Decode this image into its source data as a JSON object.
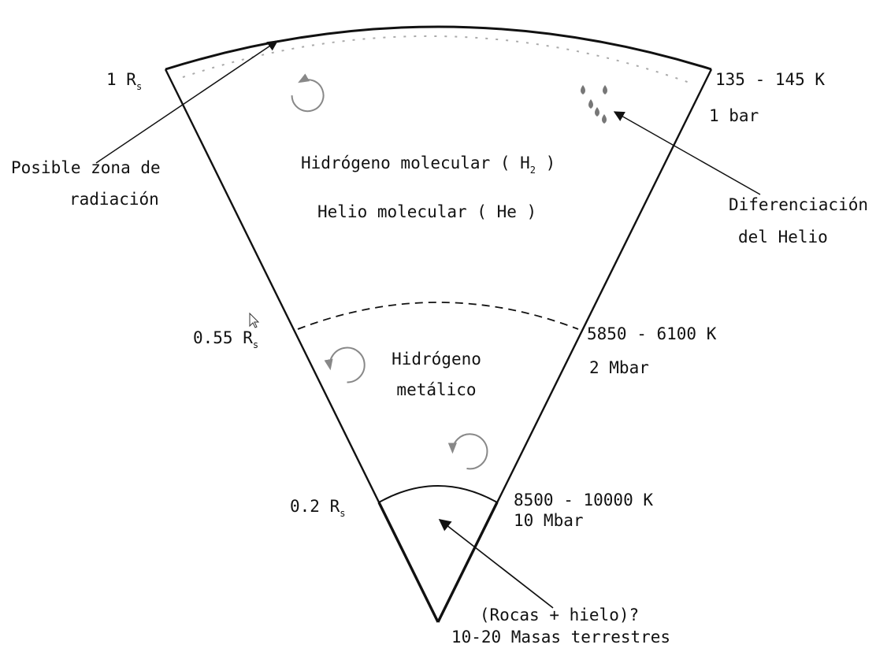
{
  "radius_labels": {
    "outer": {
      "value": "1 R",
      "sub": "s"
    },
    "mid": {
      "value": "0.55 R",
      "sub": "s"
    },
    "inner": {
      "value": "0.2 R",
      "sub": "s"
    }
  },
  "boundary_conditions": {
    "surface_temp": "135 - 145 K",
    "surface_pressure": "1 bar",
    "transition_temp": "5850 - 6100 K",
    "transition_pressure": "2 Mbar",
    "core_temp": "8500 - 10000 K",
    "core_pressure": "10 Mbar"
  },
  "layers": {
    "molecular_h": {
      "pre": "Hidrógeno molecular ( H",
      "sub": "2",
      "post": " )"
    },
    "molecular_he": "Helio molecular ( He )",
    "metallic_line1": "Hidrógeno",
    "metallic_line2": "metálico",
    "core_line1": "(Rocas + hielo)?",
    "core_line2": "10-20 Masas terrestres"
  },
  "annotations": {
    "radiation_line1": "Posible zona de",
    "radiation_line2": "radiación",
    "helium_line1": "Diferenciación",
    "helium_line2": "del Helio"
  },
  "colors": {
    "line": "#111111",
    "gray": "#888888",
    "drop": "#777777"
  }
}
